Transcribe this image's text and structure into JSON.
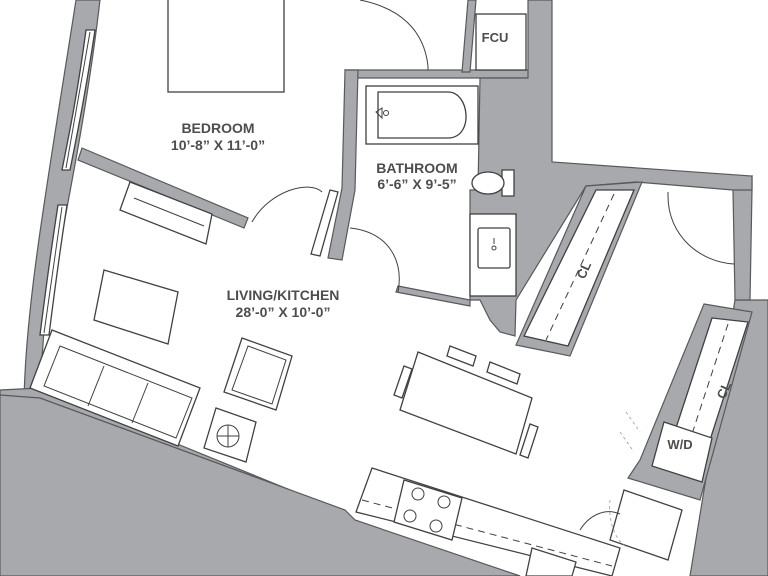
{
  "rooms": {
    "bedroom": {
      "name": "BEDROOM",
      "dims": "10’-8” X 11’-0”"
    },
    "living": {
      "name": "LIVING/KITCHEN",
      "dims": "28’-0” X 10’-0”"
    },
    "bathroom": {
      "name": "BATHROOM",
      "dims": "6’-6” X 9’-5”"
    }
  },
  "labels": {
    "fcu": "FCU",
    "closet1": "CL",
    "closet2": "CL",
    "washer_dryer": "W/D"
  },
  "colors": {
    "wall": "#a7a9ac",
    "wall_outline": "#58595b",
    "text": "#4d4d4f",
    "line": "#414042"
  }
}
